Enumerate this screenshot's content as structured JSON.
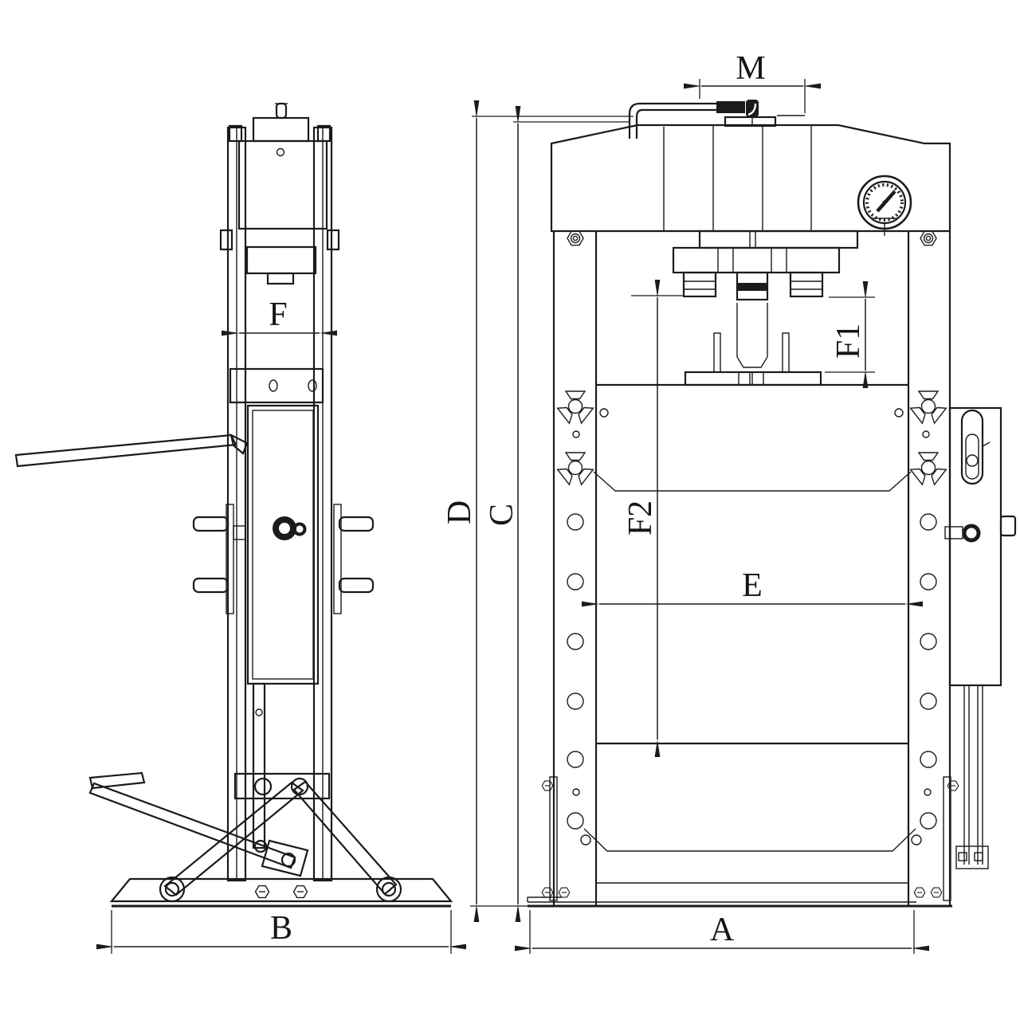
{
  "drawing": {
    "type": "technical-drawing",
    "subject": "Hydraulic shop press, two-view dimensional diagram (side view and front view)",
    "colors": {
      "line": "#1b1b1b",
      "background": "#ffffff"
    },
    "dimension_labels": {
      "M": "M",
      "F": "F",
      "F1": "F1",
      "F2": "F2",
      "D": "D",
      "C": "C",
      "E": "E",
      "B": "B",
      "A": "A"
    }
  }
}
